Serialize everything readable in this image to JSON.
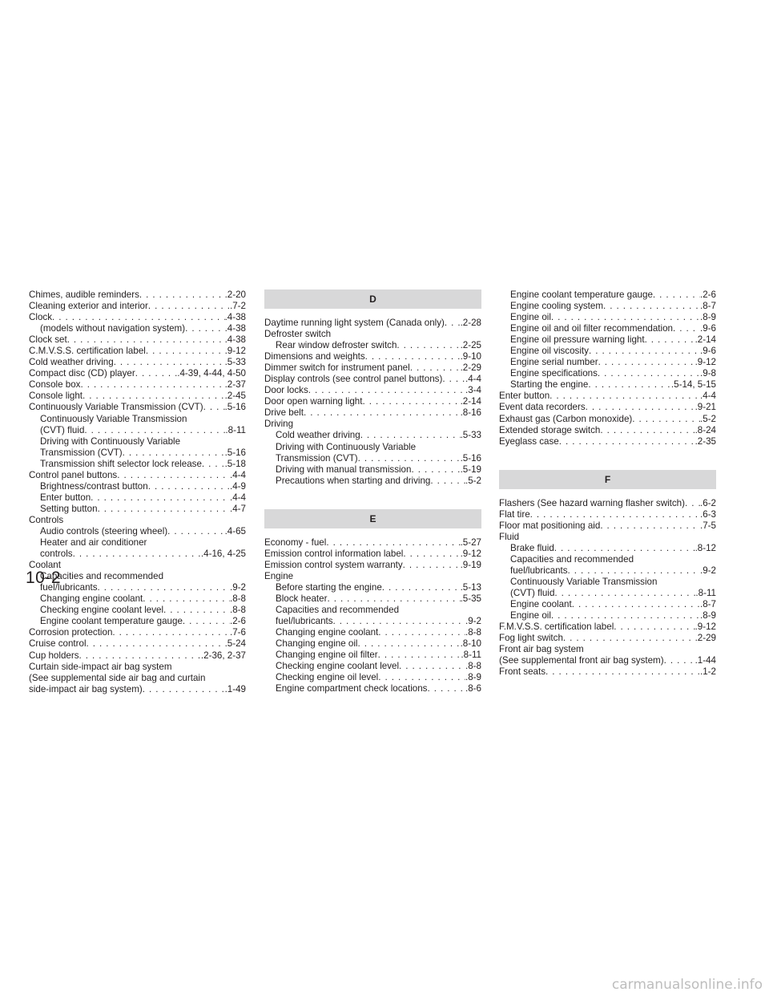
{
  "columns": [
    [
      {
        "text": "Chimes, audible reminders",
        "page": ".2-20"
      },
      {
        "text": "Cleaning exterior and interior",
        "page": ".7-2"
      },
      {
        "text": "Clock",
        "page": ".4-38"
      },
      {
        "text": "(models without navigation system)",
        "page": ".4-38",
        "indent": 1
      },
      {
        "text": "Clock set",
        "page": ".4-38"
      },
      {
        "text": "C.M.V.S.S. certification label",
        "page": ".9-12"
      },
      {
        "text": "Cold weather driving",
        "page": ".5-33"
      },
      {
        "text": "Compact disc (CD) player",
        "page": ".4-39, 4-44, 4-50"
      },
      {
        "text": "Console box",
        "page": ".2-37"
      },
      {
        "text": "Console light",
        "page": ".2-45"
      },
      {
        "text": "Continuously Variable Transmission (CVT)",
        "page": ".5-16"
      },
      {
        "text": "Continuously Variable Transmission",
        "indent": 1
      },
      {
        "text": "(CVT) fluid",
        "page": ".8-11",
        "indent": 1
      },
      {
        "text": "Driving with Continuously Variable",
        "indent": 1
      },
      {
        "text": "Transmission (CVT)",
        "page": ".5-16",
        "indent": 1
      },
      {
        "text": "Transmission shift selector lock release",
        "page": ".5-18",
        "indent": 1
      },
      {
        "text": "Control panel buttons",
        "page": ".4-4"
      },
      {
        "text": "Brightness/contrast button",
        "page": ".4-9",
        "indent": 1
      },
      {
        "text": "Enter button",
        "page": ".4-4",
        "indent": 1
      },
      {
        "text": "Setting button",
        "page": ".4-7",
        "indent": 1
      },
      {
        "text": "Controls"
      },
      {
        "text": "Audio controls (steering wheel)",
        "page": ".4-65",
        "indent": 1
      },
      {
        "text": "Heater and air conditioner",
        "indent": 1
      },
      {
        "text": "controls",
        "page": ".4-16, 4-25",
        "indent": 1
      },
      {
        "text": "Coolant"
      },
      {
        "text": "Capacities and recommended",
        "indent": 1
      },
      {
        "text": "fuel/lubricants",
        "page": ".9-2",
        "indent": 1
      },
      {
        "text": "Changing engine coolant",
        "page": ".8-8",
        "indent": 1
      },
      {
        "text": "Checking engine coolant level",
        "page": ".8-8",
        "indent": 1
      },
      {
        "text": "Engine coolant temperature gauge",
        "page": ".2-6",
        "indent": 1
      },
      {
        "text": "Corrosion protection",
        "page": ".7-6"
      },
      {
        "text": "Cruise control",
        "page": ".5-24"
      },
      {
        "text": "Cup holders",
        "page": ".2-36, 2-37"
      },
      {
        "text": "Curtain side-impact air bag system"
      },
      {
        "text": "(See supplemental side air bag and curtain"
      },
      {
        "text": "side-impact air bag system)",
        "page": ".1-49"
      }
    ],
    [
      {
        "heading": "D"
      },
      {
        "text": "Daytime running light system (Canada only)",
        "page": ".2-28"
      },
      {
        "text": "Defroster switch"
      },
      {
        "text": "Rear window defroster switch",
        "page": ".2-25",
        "indent": 1
      },
      {
        "text": "Dimensions and weights",
        "page": ".9-10"
      },
      {
        "text": "Dimmer switch for instrument panel",
        "page": ".2-29"
      },
      {
        "text": "Display controls (see control panel buttons)",
        "page": ".4-4"
      },
      {
        "text": "Door locks",
        "page": ".3-4"
      },
      {
        "text": "Door open warning light",
        "page": ".2-14"
      },
      {
        "text": "Drive belt",
        "page": ".8-16"
      },
      {
        "text": "Driving"
      },
      {
        "text": "Cold weather driving",
        "page": ".5-33",
        "indent": 1
      },
      {
        "text": "Driving with Continuously Variable",
        "indent": 1
      },
      {
        "text": "Transmission (CVT)",
        "page": ".5-16",
        "indent": 1
      },
      {
        "text": "Driving with manual transmission",
        "page": ".5-19",
        "indent": 1
      },
      {
        "text": "Precautions when starting and driving",
        "page": ".5-2",
        "indent": 1
      },
      {
        "spacer": true
      },
      {
        "heading": "E"
      },
      {
        "text": "Economy - fuel",
        "page": ".5-27"
      },
      {
        "text": "Emission control information label",
        "page": ".9-12"
      },
      {
        "text": "Emission control system warranty",
        "page": ".9-19"
      },
      {
        "text": "Engine"
      },
      {
        "text": "Before starting the engine",
        "page": ".5-13",
        "indent": 1
      },
      {
        "text": "Block heater",
        "page": ".5-35",
        "indent": 1
      },
      {
        "text": "Capacities and recommended",
        "indent": 1
      },
      {
        "text": "fuel/lubricants",
        "page": ".9-2",
        "indent": 1
      },
      {
        "text": "Changing engine coolant",
        "page": ".8-8",
        "indent": 1
      },
      {
        "text": "Changing engine oil",
        "page": ".8-10",
        "indent": 1
      },
      {
        "text": "Changing engine oil filter",
        "page": ".8-11",
        "indent": 1
      },
      {
        "text": "Checking engine coolant level",
        "page": ".8-8",
        "indent": 1
      },
      {
        "text": "Checking engine oil level",
        "page": ".8-9",
        "indent": 1
      },
      {
        "text": "Engine compartment check locations",
        "page": ".8-6",
        "indent": 1
      }
    ],
    [
      {
        "text": "Engine coolant temperature gauge",
        "page": ".2-6",
        "indent": 1
      },
      {
        "text": "Engine cooling system",
        "page": ".8-7",
        "indent": 1
      },
      {
        "text": "Engine oil",
        "page": ".8-9",
        "indent": 1
      },
      {
        "text": "Engine oil and oil filter recommendation",
        "page": ".9-6",
        "indent": 1
      },
      {
        "text": "Engine oil pressure warning light",
        "page": ".2-14",
        "indent": 1
      },
      {
        "text": "Engine oil viscosity",
        "page": ".9-6",
        "indent": 1
      },
      {
        "text": "Engine serial number",
        "page": ".9-12",
        "indent": 1
      },
      {
        "text": "Engine specifications",
        "page": ".9-8",
        "indent": 1
      },
      {
        "text": "Starting the engine",
        "page": ".5-14, 5-15",
        "indent": 1
      },
      {
        "text": "Enter button",
        "page": ".4-4"
      },
      {
        "text": "Event data recorders",
        "page": ".9-21"
      },
      {
        "text": "Exhaust gas (Carbon monoxide)",
        "page": ".5-2"
      },
      {
        "text": "Extended storage switch",
        "page": ".8-24"
      },
      {
        "text": "Eyeglass case",
        "page": ".2-35"
      },
      {
        "spacer": true
      },
      {
        "heading": "F"
      },
      {
        "text": "Flashers (See hazard warning flasher switch)",
        "page": ".6-2"
      },
      {
        "text": "Flat tire",
        "page": ".6-3"
      },
      {
        "text": "Floor mat positioning aid",
        "page": ".7-5"
      },
      {
        "text": "Fluid"
      },
      {
        "text": "Brake fluid",
        "page": ".8-12",
        "indent": 1
      },
      {
        "text": "Capacities and recommended",
        "indent": 1
      },
      {
        "text": "fuel/lubricants",
        "page": ".9-2",
        "indent": 1
      },
      {
        "text": "Continuously Variable Transmission",
        "indent": 1
      },
      {
        "text": "(CVT) fluid",
        "page": ".8-11",
        "indent": 1
      },
      {
        "text": "Engine coolant",
        "page": ".8-7",
        "indent": 1
      },
      {
        "text": "Engine oil",
        "page": ".8-9",
        "indent": 1
      },
      {
        "text": "F.M.V.S.S. certification label",
        "page": ".9-12"
      },
      {
        "text": "Fog light switch",
        "page": ".2-29"
      },
      {
        "text": "Front air bag system"
      },
      {
        "text": "(See supplemental front air bag system)",
        "page": ".1-44"
      },
      {
        "text": "Front seats",
        "page": ".1-2"
      }
    ]
  ],
  "page_number": "10-2",
  "watermark": "carmanualsonline.info"
}
